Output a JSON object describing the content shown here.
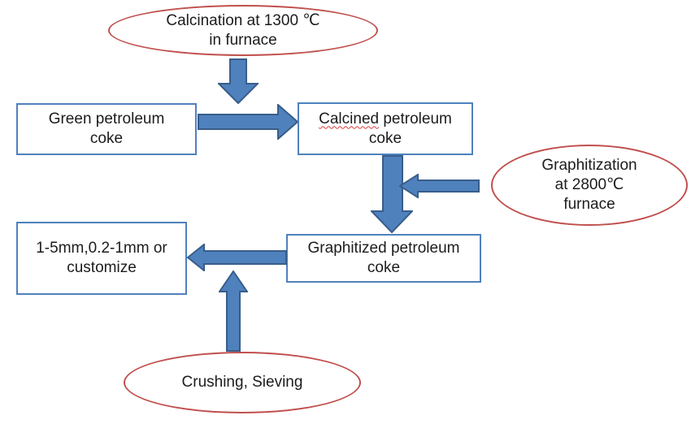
{
  "diagram": {
    "kind": "process-flowchart",
    "colors": {
      "box_border": "#4f81bd",
      "arrow_fill": "#4f81bd",
      "arrow_stroke": "#385d8a",
      "ellipse_border": "#c0504d",
      "text": "#1c1c1c",
      "misspell_underline": "#e03a3a",
      "background": "#ffffff"
    },
    "nodes": {
      "calcination": {
        "shape": "ellipse",
        "lines": [
          "Calcination at 1300 ℃",
          "in furnace"
        ]
      },
      "green_coke": {
        "shape": "rect",
        "lines": [
          "Green petroleum",
          "coke"
        ]
      },
      "calcined_coke": {
        "shape": "rect",
        "line1_word": "Calcined",
        "line1_rest": " petroleum",
        "line2": "coke"
      },
      "graphitization": {
        "shape": "ellipse",
        "lines": [
          "Graphitization",
          "at 2800℃",
          "furnace"
        ]
      },
      "graphitized_coke": {
        "shape": "rect",
        "lines": [
          "Graphitized petroleum",
          "coke"
        ]
      },
      "output_sizes": {
        "shape": "rect",
        "lines": [
          "1-5mm,0.2-1mm or",
          "customize"
        ]
      },
      "crushing": {
        "shape": "ellipse",
        "lines": [
          "Crushing, Sieving"
        ]
      }
    },
    "arrows": [
      {
        "from": "calcination",
        "to": "green_coke/calcined_coke junction",
        "direction": "down"
      },
      {
        "from": "green_coke",
        "to": "calcined_coke",
        "direction": "right"
      },
      {
        "from": "calcined_coke",
        "to": "graphitized_coke",
        "direction": "down"
      },
      {
        "from": "graphitization",
        "to": "calcined_coke/graphitized_coke junction",
        "direction": "left"
      },
      {
        "from": "graphitized_coke",
        "to": "output_sizes",
        "direction": "left"
      },
      {
        "from": "crushing",
        "to": "graphitized_coke/output_sizes junction",
        "direction": "up"
      }
    ]
  }
}
